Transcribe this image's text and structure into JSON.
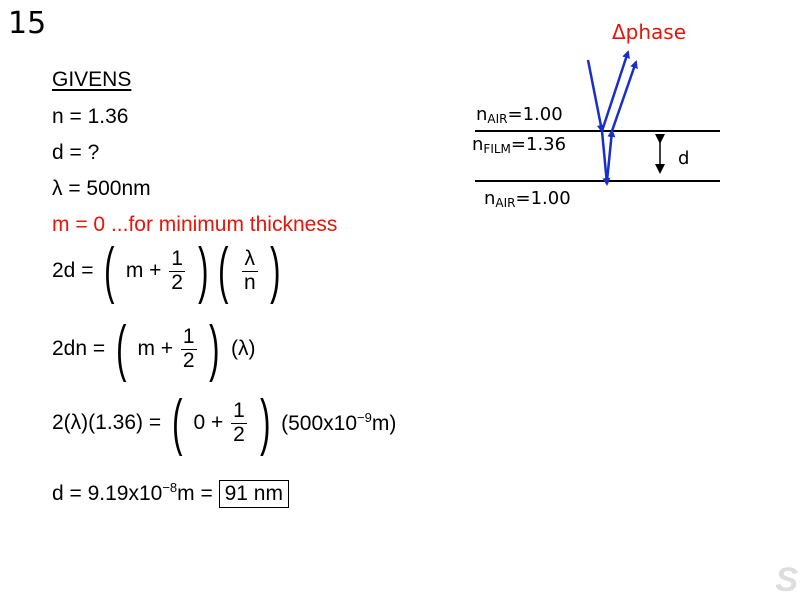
{
  "slide_number": "15",
  "givens": {
    "heading": "GIVENS",
    "n": "n = 1.36",
    "d": "d = ?",
    "lambda": "λ = 500nm",
    "m": "m = 0  ...for minimum thickness"
  },
  "equations": {
    "eq1": {
      "lhs": "2d =",
      "m": "m +",
      "num": "1",
      "den": "2",
      "lam": "λ",
      "n": "n"
    },
    "eq2": {
      "lhs": "2dn =",
      "m": "m +",
      "num": "1",
      "den": "2",
      "rhs": "(λ)"
    },
    "eq3": {
      "lhs": "2(λ)(1.36) =",
      "zero": "0 +",
      "num": "1",
      "den": "2",
      "rhs_a": "(500x10",
      "exp": "−9",
      "rhs_b": "m)"
    },
    "result": {
      "lhs_a": "d = 9.19x10",
      "exp": "−8",
      "lhs_b": "m =",
      "answer": "91 nm"
    }
  },
  "diagram": {
    "phase_label": "Δphase",
    "n_air_top_sym": "n",
    "n_air_top_sub": "AIR",
    "n_air_top_val": "=1.00",
    "n_film_sym": "n",
    "n_film_sub": "FILM",
    "n_film_val": "=1.36",
    "n_air_bot_sym": "n",
    "n_air_bot_sub": "AIR",
    "n_air_bot_val": "=1.00",
    "thickness_label": "d",
    "ray_color": "#1a2fc7",
    "phase_color": "#e8140a"
  },
  "watermark": "S"
}
